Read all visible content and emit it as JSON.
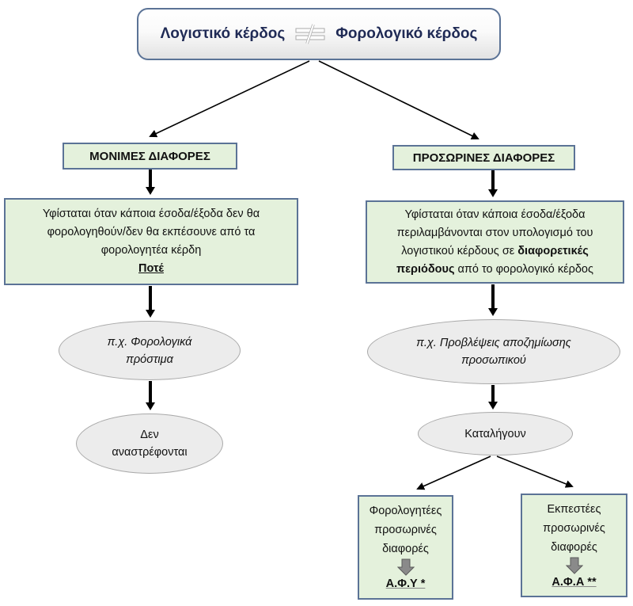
{
  "title": {
    "left": "Λογιστικό κέρδος",
    "symbol": "not-equal",
    "right": "Φορολογικό κέρδος"
  },
  "permanent": {
    "header": "ΜΟΝΙΜΕΣ ΔΙΑΦΟΡΕΣ",
    "description": {
      "line1": "Υφίσταται όταν κάποια έσοδα/έξοδα δεν θα",
      "line2": "φορολογηθούν/δεν θα εκπέσουνε από τα",
      "line3": "φορολογητέα κέρδη",
      "emphasis": "Ποτέ"
    },
    "example": {
      "line1": "π.χ. Φορολογικά",
      "line2": "πρόστιμα"
    },
    "result": {
      "line1": "Δεν",
      "line2": "αναστρέφονται"
    }
  },
  "temporary": {
    "header": "ΠΡΟΣΩΡΙΝΕΣ ΔΙΑΦΟΡΕΣ",
    "description": {
      "line1": "Υφίσταται όταν κάποια έσοδα/έξοδα",
      "line2": "περιλαμβάνονται στον υπολογισμό του",
      "line3_plain": "λογιστικού κέρδους σε ",
      "line3_bold": "διαφορετικές",
      "line4_bold": "περιόδους",
      "line4_plain": " από το φορολογικό κέρδος"
    },
    "example": {
      "line1": "π.χ. Προβλέψεις αποζημίωσης",
      "line2": "προσωπικού"
    },
    "result": "Καταλήγουν",
    "outcomes": [
      {
        "line1": "Φορολογητέες",
        "line2": "προσωρινές",
        "line3": "διαφορές",
        "code": "Α.Φ.Υ *"
      },
      {
        "line1": "Εκπεστέες",
        "line2": "προσωρινές",
        "line3": "διαφορές",
        "code": "Α.Φ.Α **"
      }
    ]
  },
  "colors": {
    "box_fill": "#e4f1dc",
    "box_border": "#5b7396",
    "ellipse_fill": "#ececec",
    "title_text": "#1f2a55"
  }
}
